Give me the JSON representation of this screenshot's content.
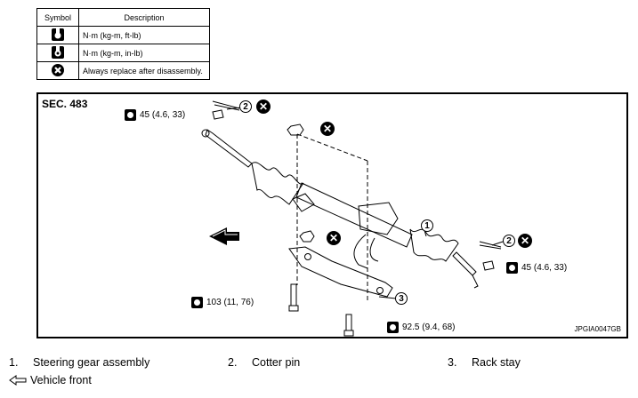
{
  "legend": {
    "header_symbol": "Symbol",
    "header_description": "Description",
    "rows": [
      {
        "icon": "torque-wrench-ftlb-icon",
        "description": "N·m (kg-m, ft-lb)"
      },
      {
        "icon": "torque-wrench-inlb-icon",
        "description": "N·m (kg-m, in-lb)"
      },
      {
        "icon": "replace-x-icon",
        "description": "Always replace after disassembly."
      }
    ]
  },
  "diagram": {
    "section": "SEC. 483",
    "reference": "JPGIA0047GB",
    "torques": {
      "top_left": "45 (4.6, 33)",
      "right": "45 (4.6, 33)",
      "bolt_lower": "103 (11, 76)",
      "bolt_bottom": "92.5 (9.4, 68)"
    },
    "callouts": {
      "c1": "1",
      "c2a": "2",
      "c2b": "2",
      "c3": "3"
    },
    "x_mark": "✕"
  },
  "parts": [
    {
      "num": "1.",
      "name": "Steering gear assembly"
    },
    {
      "num": "2.",
      "name": "Cotter pin"
    },
    {
      "num": "3.",
      "name": "Rack stay"
    }
  ],
  "front_label": "Vehicle front"
}
